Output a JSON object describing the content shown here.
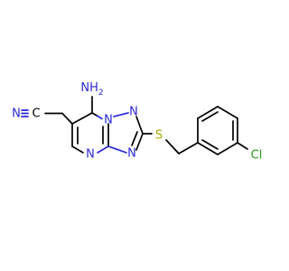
{
  "molecule": {
    "labels": {
      "amine": "NH2",
      "nitrile_n": "N",
      "nitrile_c": "C",
      "ring_n1": "N",
      "ring_n2": "N",
      "ring_n3": "N",
      "ring_n4": "N",
      "sulfur": "S",
      "chlorine": "Cl"
    },
    "colors": {
      "nitrogen": "#2a2ad8",
      "sulfur": "#a8a800",
      "chlorine": "#2a9a1a",
      "carbon": "#000000"
    }
  }
}
